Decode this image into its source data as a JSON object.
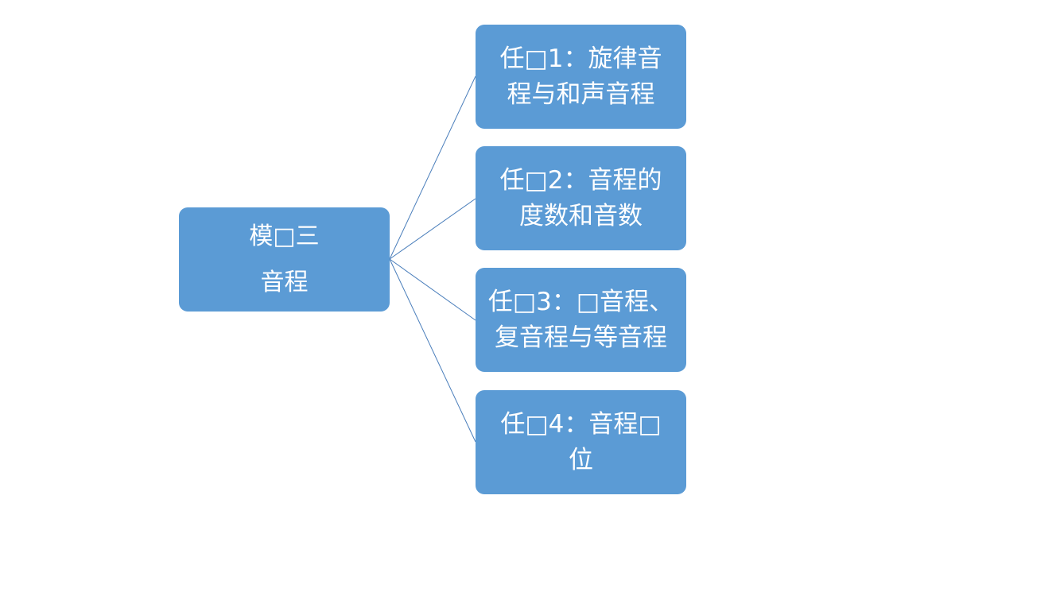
{
  "colors": {
    "node_fill": "#5b9bd5",
    "node_text": "#ffffff",
    "connector": "#4a7ebb"
  },
  "root": {
    "lines": [
      "模□三",
      "音程"
    ]
  },
  "children": [
    {
      "lines": [
        "任□1：旋律音",
        "程与和声音程"
      ]
    },
    {
      "lines": [
        "任□2：音程的",
        "度数和音数"
      ]
    },
    {
      "lines": [
        "任□3：□音程、",
        "复音程与等音程"
      ]
    },
    {
      "lines": [
        "任□4：音程□",
        "位"
      ]
    }
  ]
}
